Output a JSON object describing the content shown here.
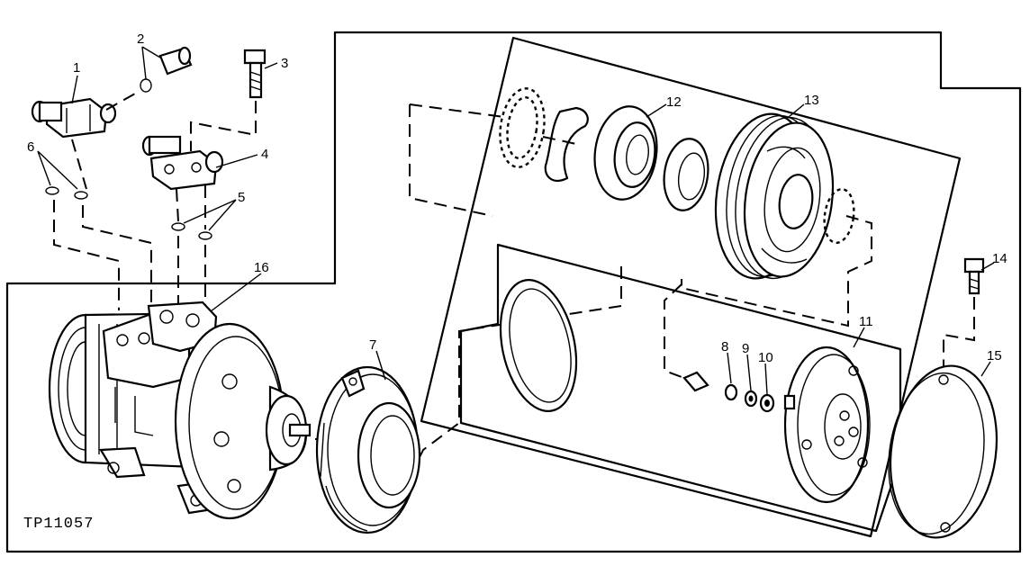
{
  "figure": {
    "code": "TP11057",
    "callouts": [
      {
        "id": "1",
        "text": "1"
      },
      {
        "id": "2",
        "text": "2"
      },
      {
        "id": "3",
        "text": "3"
      },
      {
        "id": "4",
        "text": "4"
      },
      {
        "id": "5",
        "text": "5"
      },
      {
        "id": "6",
        "text": "6"
      },
      {
        "id": "7",
        "text": "7"
      },
      {
        "id": "8",
        "text": "8"
      },
      {
        "id": "9",
        "text": "9"
      },
      {
        "id": "10",
        "text": "10"
      },
      {
        "id": "11",
        "text": "11"
      },
      {
        "id": "12",
        "text": "12"
      },
      {
        "id": "13",
        "text": "13"
      },
      {
        "id": "14",
        "text": "14"
      },
      {
        "id": "15",
        "text": "15"
      },
      {
        "id": "16",
        "text": "16"
      }
    ]
  }
}
